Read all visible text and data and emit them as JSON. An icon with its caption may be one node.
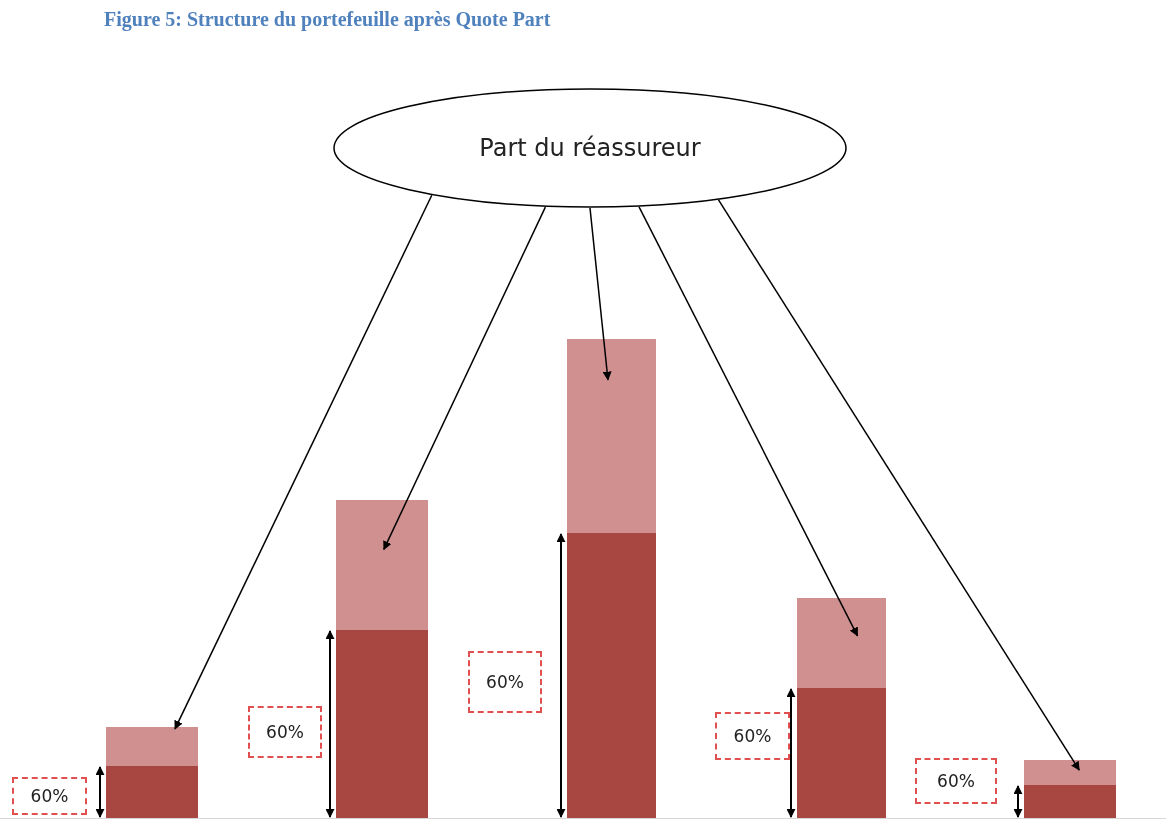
{
  "diagram": {
    "title": "Figure 5: Structure du portefeuille après Quote Part",
    "nodes": [
      {
        "text": [
          "Part du réassureur"
        ]
      },
      {
        "text": [],
        "shape": "bar"
      },
      {
        "text": [],
        "shape": "bar"
      },
      {
        "text": [],
        "shape": "bar"
      },
      {
        "text": [],
        "shape": "bar"
      },
      {
        "text": [],
        "shape": "bar"
      },
      {
        "text": [
          "60%"
        ]
      },
      {
        "text": [
          "60%"
        ]
      },
      {
        "text": [
          "60%"
        ]
      },
      {
        "text": [
          "60%"
        ]
      },
      {
        "text": [
          "60%"
        ]
      }
    ],
    "edges": [
      {
        "from": 0,
        "to": 1,
        "arrow": "to"
      },
      {
        "from": 0,
        "to": 2,
        "arrow": "to"
      },
      {
        "from": 0,
        "to": 3,
        "arrow": "to"
      },
      {
        "from": 0,
        "to": 4,
        "arrow": "to"
      },
      {
        "from": 0,
        "to": 5,
        "arrow": "to"
      }
    ]
  }
}
